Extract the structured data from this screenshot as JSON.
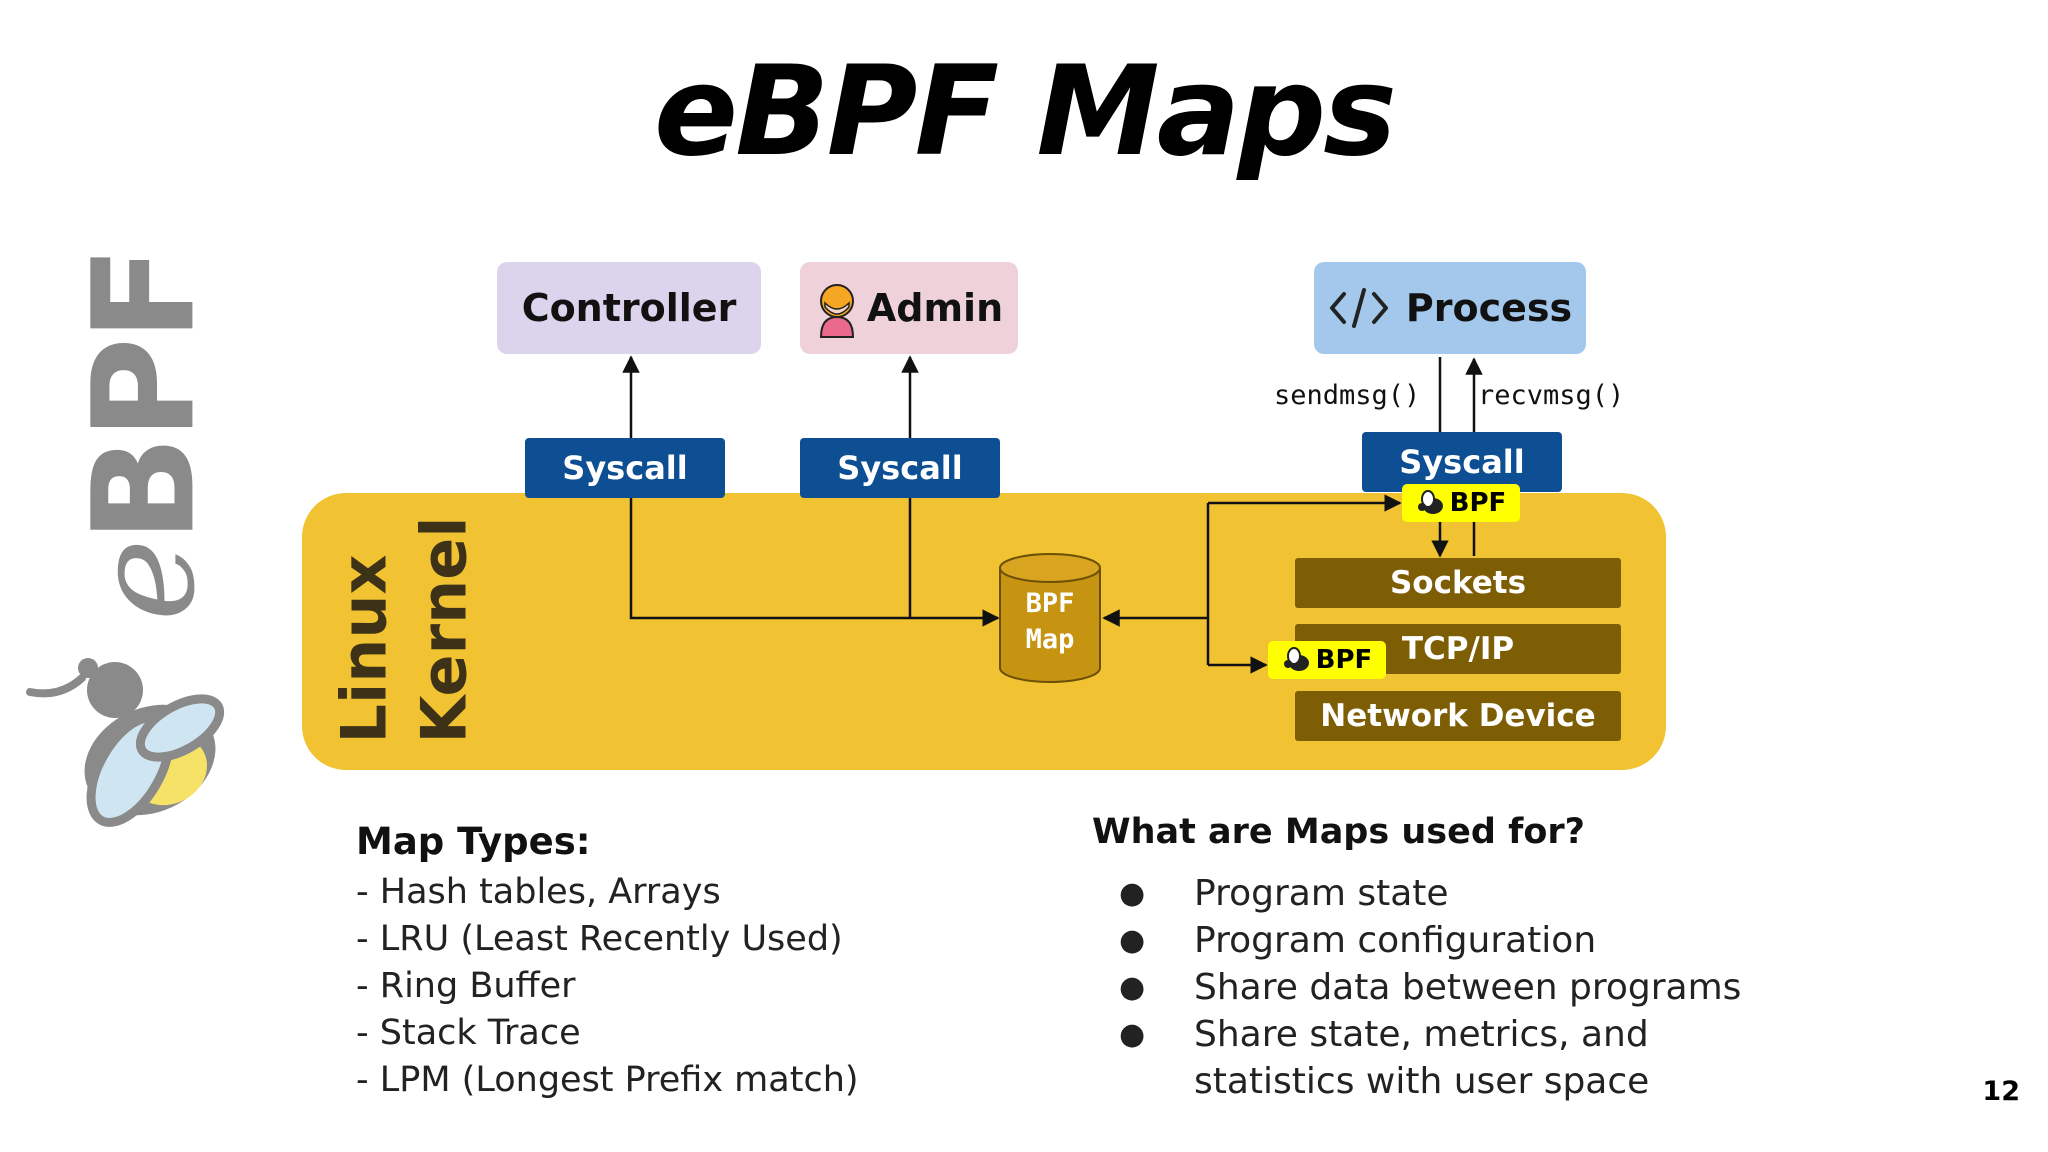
{
  "slide": {
    "title": "eBPF Maps",
    "page_number": "12"
  },
  "logo": {
    "text_prefix": "e",
    "text_main": "BPF",
    "colors": {
      "text": "#8a8a8a",
      "bee_wing": "#cfe6f2",
      "bee_body": "#f7e268"
    }
  },
  "diagram": {
    "kernel_label_line1": "Linux",
    "kernel_label_line2": "Kernel",
    "nodes": {
      "controller": "Controller",
      "admin": "Admin",
      "process": "Process"
    },
    "syscall_label": "Syscall",
    "sendmsg_label": "sendmsg()",
    "recvmsg_label": "recvmsg()",
    "bpf_map_line1": "BPF",
    "bpf_map_line2": "Map",
    "bpf_badge_text": "BPF",
    "layers": {
      "sockets": "Sockets",
      "tcp_ip": "TCP/IP",
      "network_device": "Network Device"
    },
    "colors": {
      "kernel": "#f1c232",
      "syscall": "#0d4f92",
      "layer": "#7e5e05",
      "map": "#c79411",
      "badge": "#ffff00",
      "controller": "#dcd4ec",
      "admin": "#efd2d9",
      "process": "#a4c8ec"
    }
  },
  "map_types": {
    "heading": "Map Types:",
    "items": [
      "- Hash tables, Arrays",
      "- LRU (Least Recently Used)",
      "- Ring Buffer",
      "- Stack Trace",
      "- LPM (Longest Prefix match)"
    ]
  },
  "map_uses": {
    "heading": "What are Maps used for?",
    "bullet": "●",
    "items": [
      "Program state",
      "Program configuration",
      "Share data between programs",
      "Share state, metrics, and statistics  with user space"
    ]
  }
}
